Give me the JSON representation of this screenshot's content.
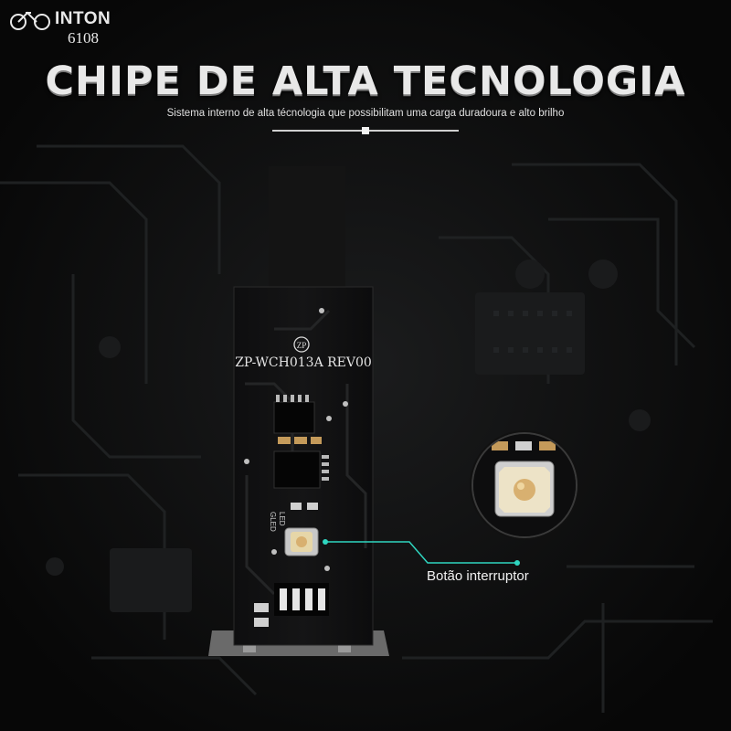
{
  "brand": {
    "name": "INTON",
    "model": "6108",
    "logo_icon": "bicycle-icon"
  },
  "header": {
    "title": "CHIPE DE ALTA TECNOLOGIA",
    "subtitle": "Sistema interno de alta técnologia que possibilitam uma carga duradoura e alto brilho"
  },
  "board": {
    "logo_text": "ZP",
    "model_text": "ZP-WCH013A REV00",
    "label_led": "LED",
    "label_gled": "GLED"
  },
  "callout": {
    "label": "Botão interruptor"
  },
  "colors": {
    "background": "#0b0b0c",
    "accent": "#2fd6c0",
    "pcb": "#0f0f10",
    "button": "#d9c9a0"
  }
}
